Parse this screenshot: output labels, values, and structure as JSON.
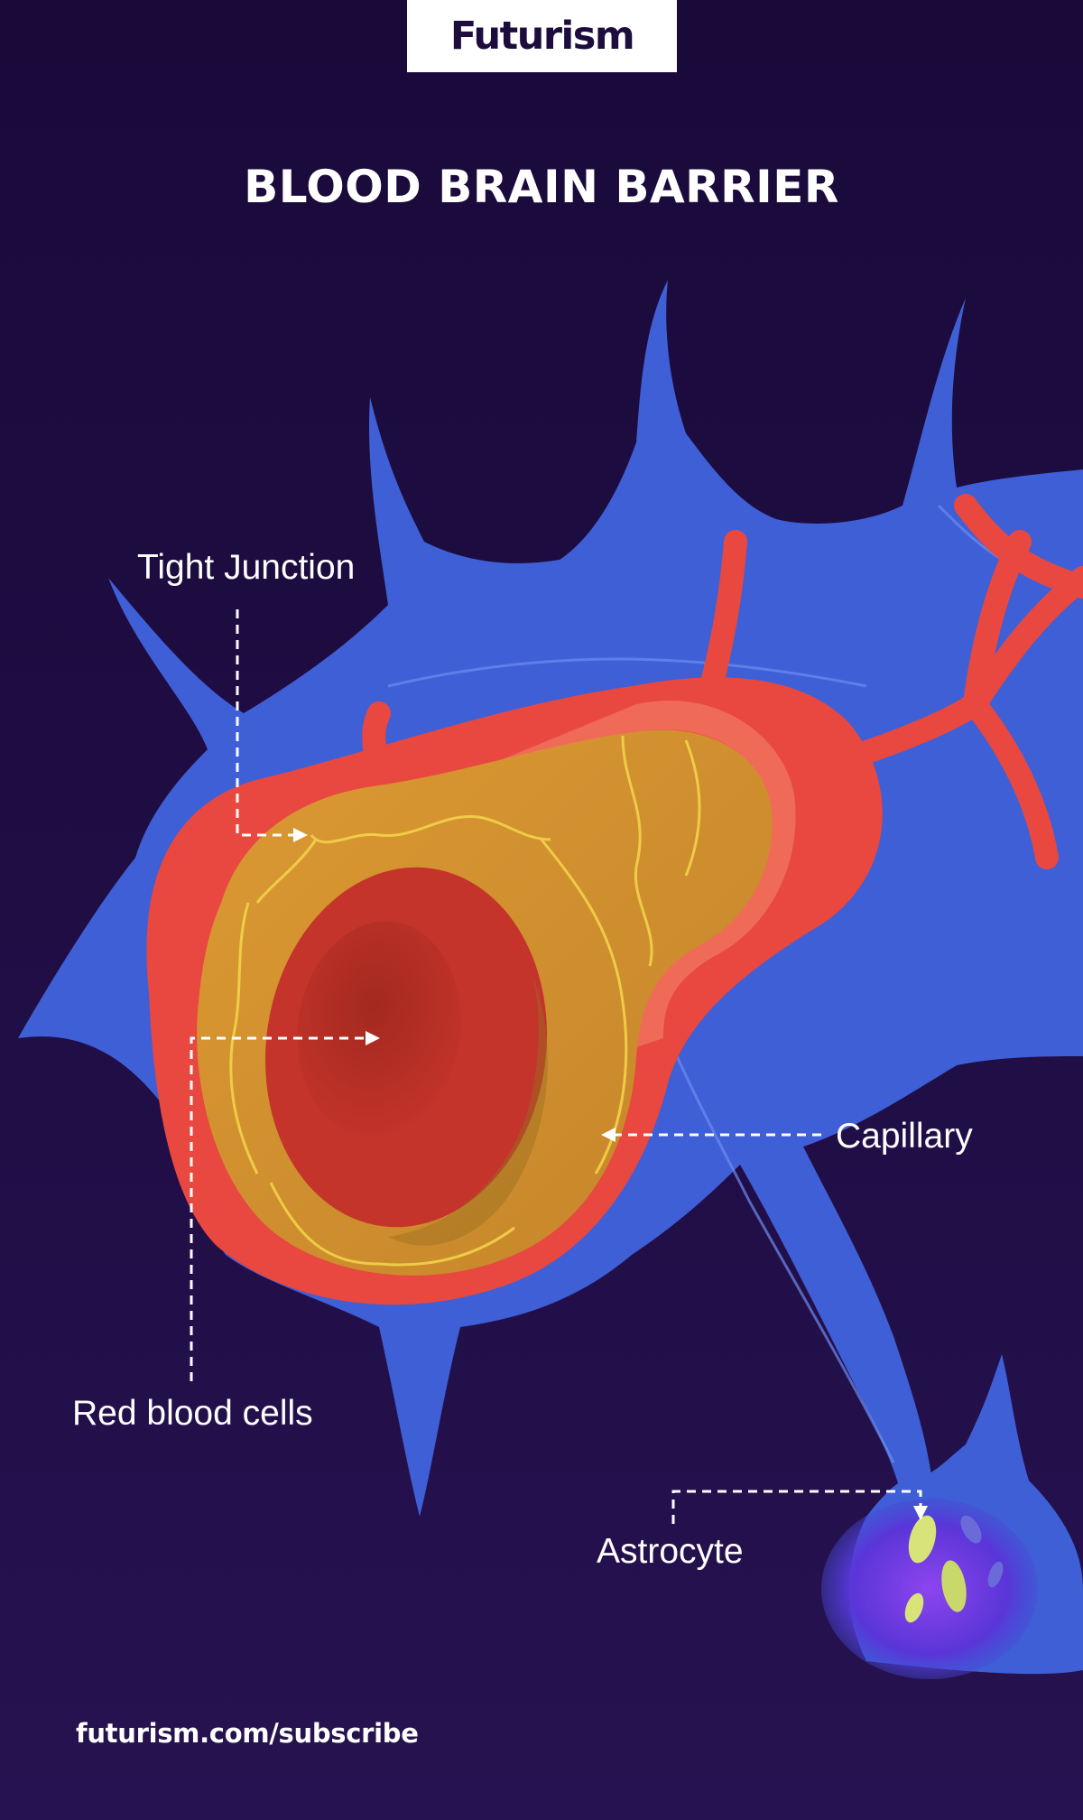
{
  "header": {
    "logo_text": "Futurism",
    "title": "BLOOD BRAIN BARRIER"
  },
  "labels": {
    "tight_junction": "Tight Junction",
    "capillary": "Capillary",
    "red_blood_cells": "Red blood cells",
    "astrocyte": "Astrocyte"
  },
  "footer": {
    "url": "futurism.com/subscribe"
  },
  "colors": {
    "background": "#1d0c3e",
    "astrocyte_blue": "#3f5fd6",
    "vessel_red": "#e8483f",
    "endothelium_yellow": "#d29230",
    "junction_line": "#f2d34a",
    "blood_cell_red": "#b92d27",
    "nucleus_purple": "#7b3fe4",
    "nucleus_green": "#d8e47a"
  }
}
